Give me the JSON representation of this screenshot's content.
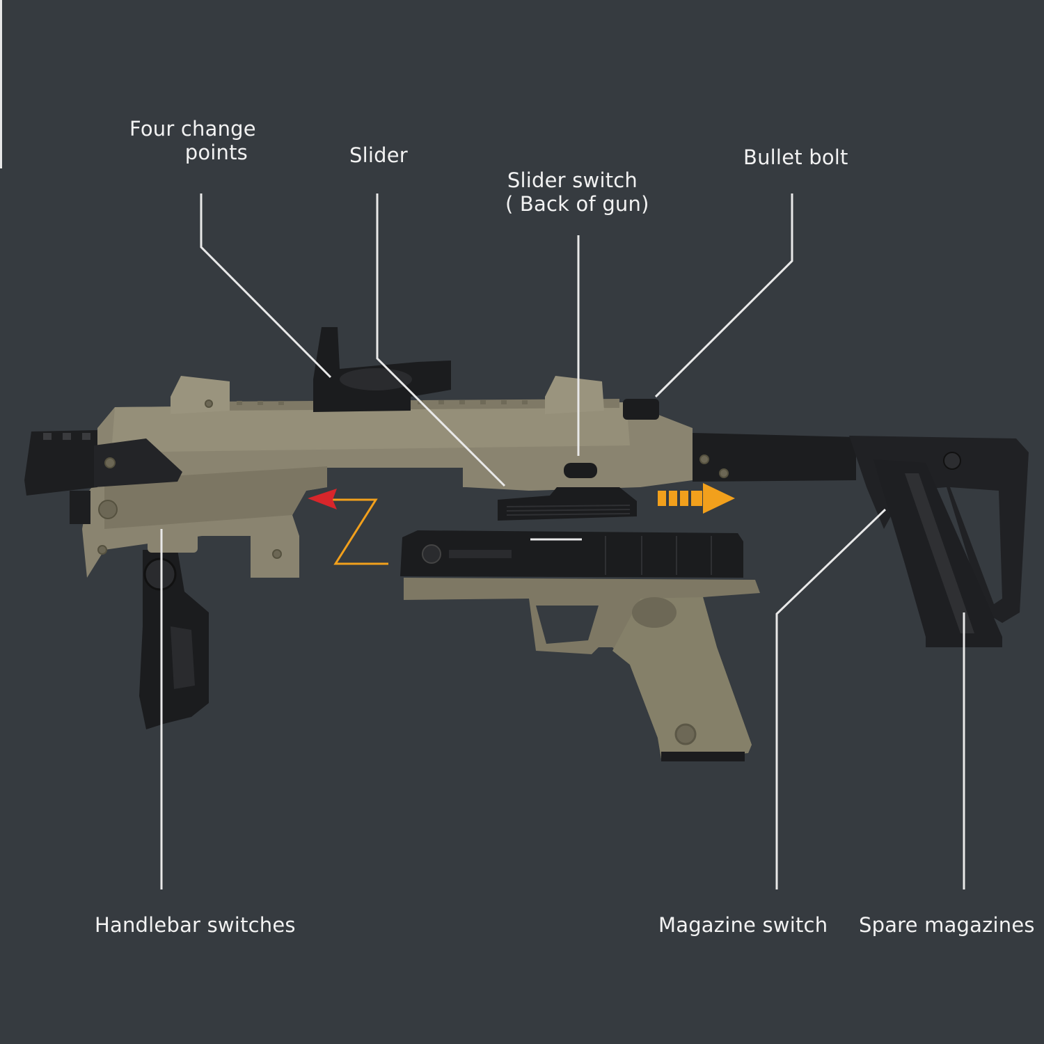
{
  "labels": {
    "four_change_points": [
      "Four change",
      "points"
    ],
    "slider": "Slider",
    "slider_switch": [
      "Slider switch",
      "( Back of gun)"
    ],
    "bullet_bolt": "Bullet bolt",
    "handlebar_switches": "Handlebar switches",
    "magazine_switch": "Magazine switch",
    "spare_magazines": "Spare magazines"
  },
  "colors": {
    "background": "#363b40",
    "tan": "#8a8470",
    "tan_dark": "#6f6a58",
    "black": "#1a1b1d",
    "leader_line": "#e9e9e9",
    "arrow_orange": "#f2a01c",
    "arrow_red": "#d8262b"
  }
}
